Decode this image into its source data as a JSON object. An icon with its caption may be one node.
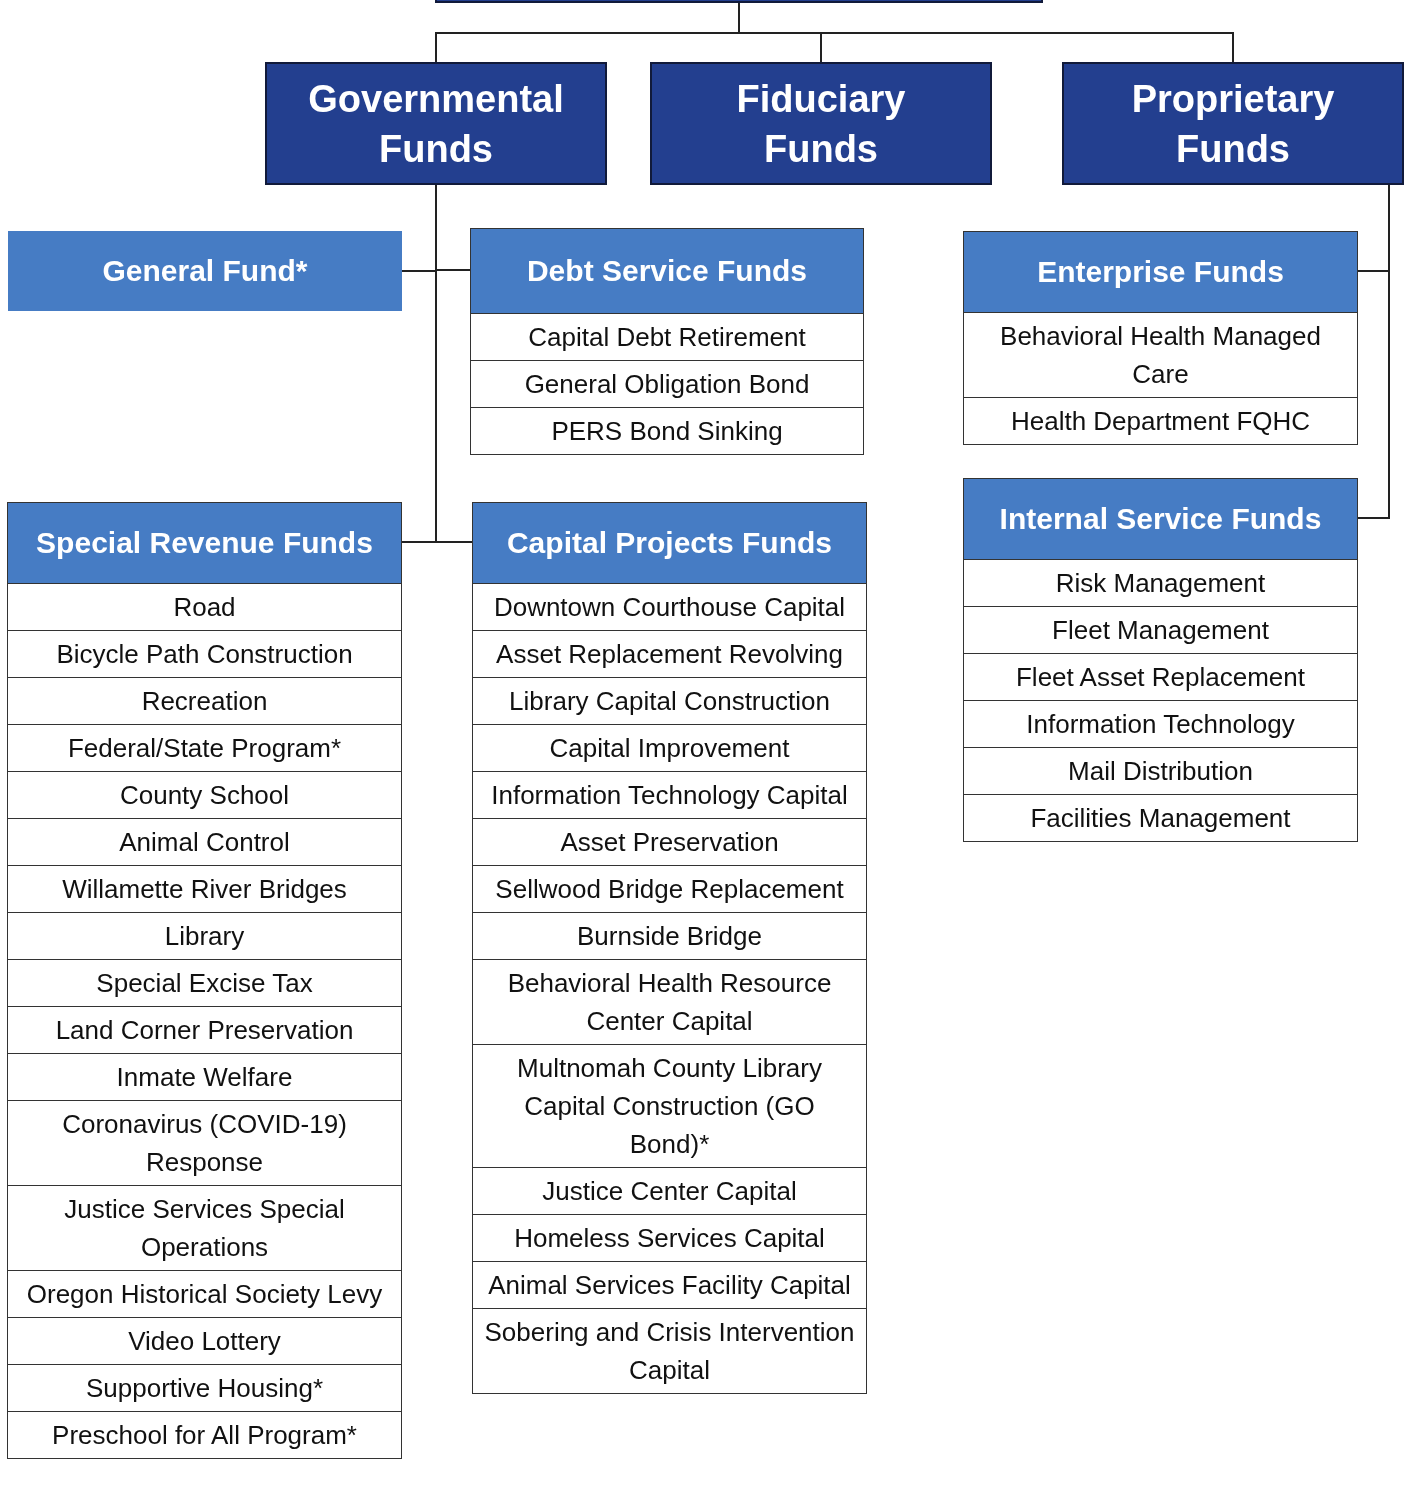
{
  "diagram": {
    "nodes": [
      {
        "text": [],
        "shape": "box"
      },
      {
        "text": [
          "Governmental Funds"
        ]
      },
      {
        "text": [
          "Fiduciary Funds"
        ]
      },
      {
        "text": [
          "Proprietary Funds"
        ]
      },
      {
        "text": [
          "General Fund*"
        ]
      },
      {
        "text": [
          "Debt Service Funds"
        ]
      },
      {
        "text": [
          "Capital Debt Retirement"
        ],
        "in": 5
      },
      {
        "text": [
          "General Obligation Bond"
        ],
        "in": 5
      },
      {
        "text": [
          "PERS Bond Sinking"
        ],
        "in": 5
      },
      {
        "text": [
          "Enterprise Funds"
        ]
      },
      {
        "text": [
          "Behavioral Health Managed Care"
        ],
        "in": 9
      },
      {
        "text": [
          "Health Department FQHC"
        ],
        "in": 9
      },
      {
        "text": [
          "Special Revenue Funds"
        ]
      },
      {
        "text": [
          "Road"
        ],
        "in": 12
      },
      {
        "text": [
          "Bicycle Path Construction"
        ],
        "in": 12
      },
      {
        "text": [
          "Recreation"
        ],
        "in": 12
      },
      {
        "text": [
          "Federal/State Program*"
        ],
        "in": 12
      },
      {
        "text": [
          "County School"
        ],
        "in": 12
      },
      {
        "text": [
          "Animal Control"
        ],
        "in": 12
      },
      {
        "text": [
          "Willamette River Bridges"
        ],
        "in": 12
      },
      {
        "text": [
          "Library"
        ],
        "in": 12
      },
      {
        "text": [
          "Special Excise Tax"
        ],
        "in": 12
      },
      {
        "text": [
          "Land Corner Preservation"
        ],
        "in": 12
      },
      {
        "text": [
          "Inmate Welfare"
        ],
        "in": 12
      },
      {
        "text": [
          "Coronavirus (COVID-19) Response"
        ],
        "in": 12
      },
      {
        "text": [
          "Justice Services Special Operations"
        ],
        "in": 12
      },
      {
        "text": [
          "Oregon Historical Society Levy"
        ],
        "in": 12
      },
      {
        "text": [
          "Video Lottery"
        ],
        "in": 12
      },
      {
        "text": [
          "Supportive Housing*"
        ],
        "in": 12
      },
      {
        "text": [
          "Preschool for All Program*"
        ],
        "in": 12
      },
      {
        "text": [
          "Capital Projects Funds"
        ]
      },
      {
        "text": [
          "Downtown Courthouse Capital"
        ],
        "in": 30
      },
      {
        "text": [
          "Asset Replacement Revolving"
        ],
        "in": 30
      },
      {
        "text": [
          "Library Capital Construction"
        ],
        "in": 30
      },
      {
        "text": [
          "Capital Improvement"
        ],
        "in": 30
      },
      {
        "text": [
          "Information Technology Capital"
        ],
        "in": 30
      },
      {
        "text": [
          "Asset Preservation"
        ],
        "in": 30
      },
      {
        "text": [
          "Sellwood Bridge Replacement"
        ],
        "in": 30
      },
      {
        "text": [
          "Burnside Bridge"
        ],
        "in": 30
      },
      {
        "text": [
          "Behavioral Health Resource Center Capital"
        ],
        "in": 30
      },
      {
        "text": [
          "Multnomah County Library Capital Construction (GO Bond)*"
        ],
        "in": 30
      },
      {
        "text": [
          "Justice Center Capital"
        ],
        "in": 30
      },
      {
        "text": [
          "Homeless Services Capital"
        ],
        "in": 30
      },
      {
        "text": [
          "Animal Services Facility Capital"
        ],
        "in": 30
      },
      {
        "text": [
          "Sobering and Crisis Intervention Capital"
        ],
        "in": 30
      },
      {
        "text": [
          "Internal Service Funds"
        ]
      },
      {
        "text": [
          "Risk Management"
        ],
        "in": 45
      },
      {
        "text": [
          "Fleet Management"
        ],
        "in": 45
      },
      {
        "text": [
          "Fleet Asset Replacement"
        ],
        "in": 45
      },
      {
        "text": [
          "Information Technology"
        ],
        "in": 45
      },
      {
        "text": [
          "Mail Distribution"
        ],
        "in": 45
      },
      {
        "text": [
          "Facilities Management"
        ],
        "in": 45
      }
    ],
    "edges": [
      {
        "from": 0,
        "to": 1,
        "arrow": "none"
      },
      {
        "from": 0,
        "to": 2,
        "arrow": "none"
      },
      {
        "from": 0,
        "to": 3,
        "arrow": "none"
      },
      {
        "from": 1,
        "to": 4,
        "arrow": "none"
      },
      {
        "from": 1,
        "to": 5,
        "arrow": "none"
      },
      {
        "from": 1,
        "to": 12,
        "arrow": "none"
      },
      {
        "from": 1,
        "to": 30,
        "arrow": "none"
      },
      {
        "from": 3,
        "to": 9,
        "arrow": "none"
      },
      {
        "from": 3,
        "to": 45,
        "arrow": "none"
      }
    ]
  }
}
